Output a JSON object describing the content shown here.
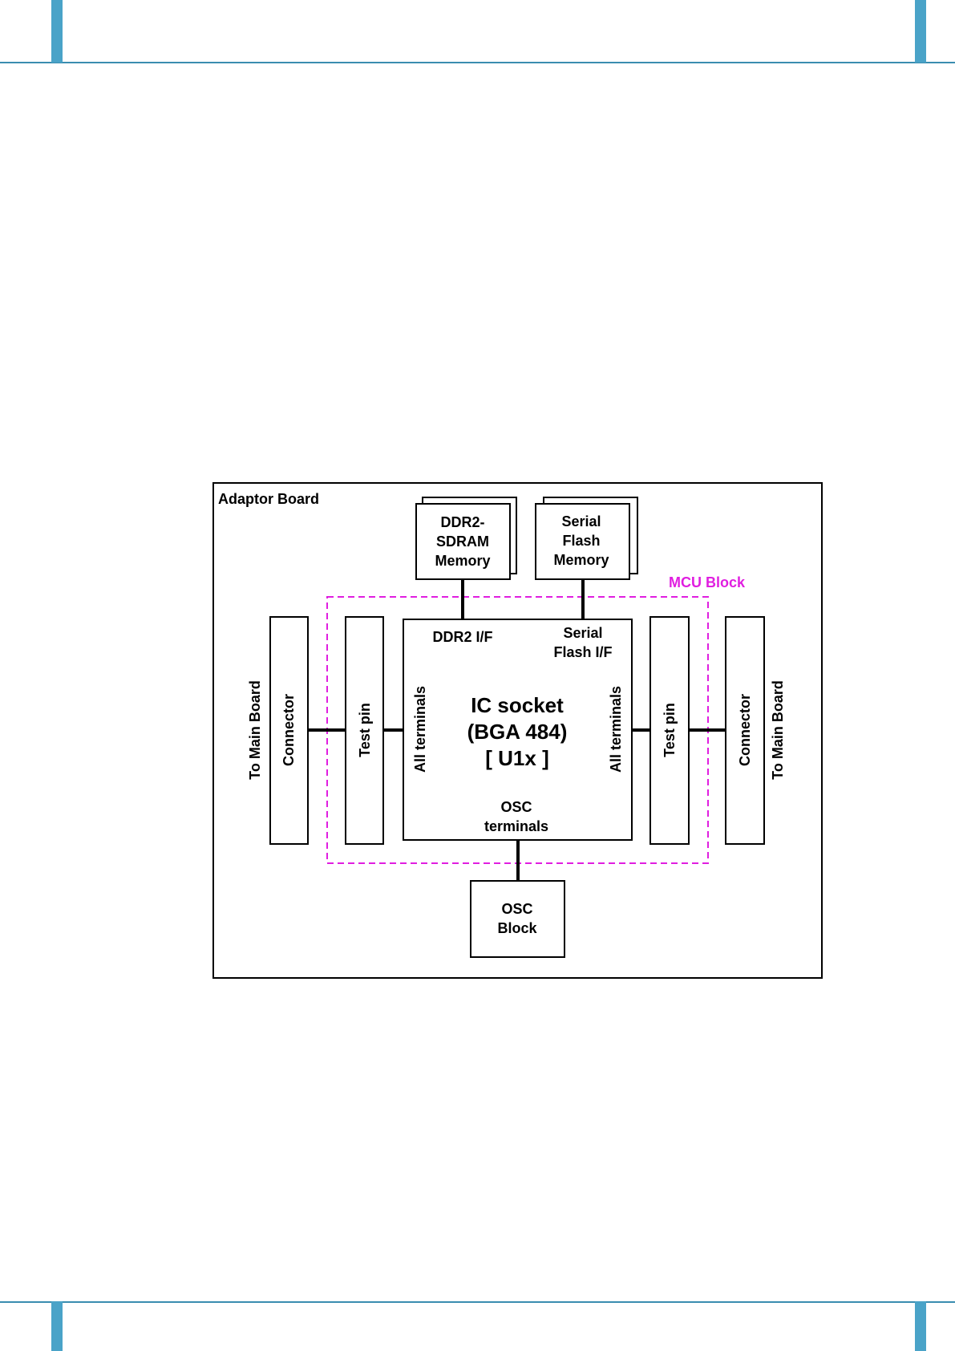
{
  "colors": {
    "frame_accent": "#4aa3c8",
    "frame_line": "#3a8db0",
    "mcu_block": "#e01ee0",
    "ink": "#000000"
  },
  "diagram": {
    "adaptor_board_label": "Adaptor Board",
    "mcu_block_label": "MCU Block",
    "ddr2_memory": {
      "line1": "DDR2-",
      "line2": "SDRAM",
      "line3": "Memory"
    },
    "serial_flash_memory": {
      "line1": "Serial",
      "line2": "Flash",
      "line3": "Memory"
    },
    "ic_socket": {
      "line1": "IC socket",
      "line2": "(BGA 484)",
      "line3": "[ U1x ]"
    },
    "ddr2_if_label": "DDR2 I/F",
    "serial_flash_if": {
      "line1": "Serial",
      "line2": "Flash I/F"
    },
    "osc_terminals": {
      "line1": "OSC",
      "line2": "terminals"
    },
    "all_terminals_left": "All terminals",
    "all_terminals_right": "All terminals",
    "test_pin_left": "Test pin",
    "test_pin_right": "Test pin",
    "connector_left": "Connector",
    "connector_right": "Connector",
    "to_main_board_left": "To Main Board",
    "to_main_board_right": "To Main Board",
    "osc_block": {
      "line1": "OSC",
      "line2": "Block"
    }
  }
}
